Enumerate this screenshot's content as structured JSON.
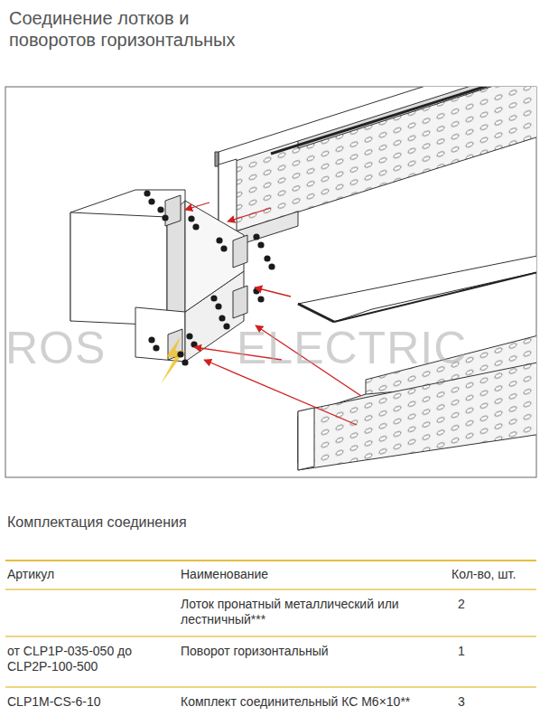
{
  "diagram": {
    "title": "Соединение лотков и поворотов горизонтальных",
    "labels": [
      "ROS",
      "ELECTRIC",
      "Комплектация соединения",
      "Артикул",
      "Наименование",
      "Кол-во, шт.",
      "Лоток пронатный металлический или лестничный***",
      "2",
      "от CLP1P-035-050 до CLP2P-100-500",
      "Поворот горизонтальный",
      "1",
      "CLP1M-CS-6-10",
      "Комплект соединительный КС М6×10**",
      "3"
    ]
  }
}
